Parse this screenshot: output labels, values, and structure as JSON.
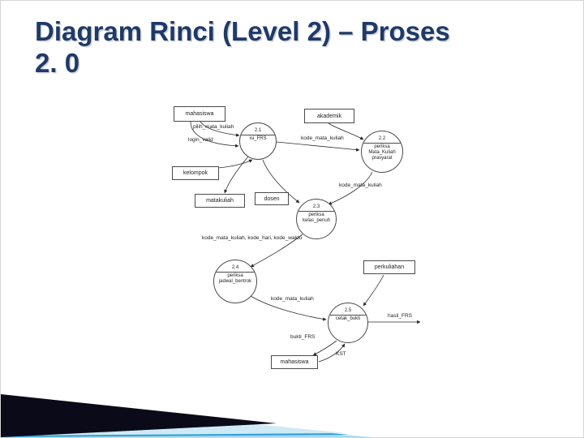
{
  "slide": {
    "title_line1": "Diagram Rinci (Level 2) – Proses",
    "title_line2": "2. 0",
    "title_color": "#1e3a68"
  },
  "diagram": {
    "entities": [
      {
        "id": "mahasiswa-top",
        "label": "mahasiswa"
      },
      {
        "id": "akademik",
        "label": "akademik"
      },
      {
        "id": "kelompok",
        "label": "kelompok"
      },
      {
        "id": "matakuliah",
        "label": "matakuliah"
      },
      {
        "id": "dosen",
        "label": "dosen"
      },
      {
        "id": "perkuliahan",
        "label": "perkuliahan"
      },
      {
        "id": "mahasiswa-bottom",
        "label": "mahasiswa"
      }
    ],
    "processes": [
      {
        "id": "2.1",
        "number": "2.1",
        "name": "isi_FRS"
      },
      {
        "id": "2.2",
        "number": "2.2",
        "name": "periksa Mata_Kuliah prasyarat"
      },
      {
        "id": "2.3",
        "number": "2.3",
        "name": "periksa kelas_penuh"
      },
      {
        "id": "2.4",
        "number": "2.4",
        "name": "periksa jadwal_bentrok"
      },
      {
        "id": "2.5",
        "number": "2.5",
        "name": "cetak_bukti"
      }
    ],
    "flow_labels": [
      "pilih_mata_kuliah",
      "login_valid",
      "kode_mata_kuliah",
      "kode_mata_kuliah",
      "kode_mata_kuliah, kode_hari, kode_waktu",
      "kode_mata_kuliah",
      "hasil_FRS",
      "bukti_FRS",
      "KST"
    ]
  },
  "decoration": {
    "dark": "#0a0a18",
    "mid": "#2f9fd8",
    "light": "#a8d9ee"
  }
}
